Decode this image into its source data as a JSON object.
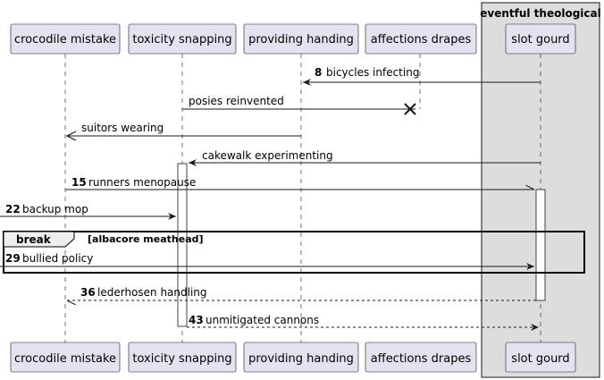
{
  "diagram": {
    "type": "sequence",
    "participants": [
      {
        "id": "p1",
        "label": "crocodile mistake"
      },
      {
        "id": "p2",
        "label": "toxicity snapping"
      },
      {
        "id": "p3",
        "label": "providing handing"
      },
      {
        "id": "p4",
        "label": "affections drapes"
      },
      {
        "id": "p5",
        "label": "slot gourd"
      }
    ],
    "box": {
      "title": "eventful theological",
      "members": [
        "p5"
      ]
    },
    "messages": [
      {
        "number": "8",
        "text": "bicycles infecting",
        "from": "p5",
        "to": "p3",
        "style": "solid",
        "end": "arrow"
      },
      {
        "number": "",
        "text": "posies reinvented",
        "from": "p2",
        "to": "p4",
        "style": "solid",
        "end": "destroy"
      },
      {
        "number": "",
        "text": "suitors wearing",
        "from": "p3",
        "to": "p1",
        "style": "solid",
        "end": "open-arrow"
      },
      {
        "number": "",
        "text": "cakewalk experimenting",
        "from": "p5",
        "to": "p2",
        "style": "solid",
        "end": "arrow"
      },
      {
        "number": "15",
        "text": "runners menopause",
        "from": "p1",
        "to": "p5",
        "style": "solid",
        "end": "half-arrow"
      },
      {
        "number": "22",
        "text": "backup mop",
        "from": "left-edge",
        "to": "p2",
        "style": "solid",
        "end": "arrow"
      },
      {
        "number": "29",
        "text": "bullied policy",
        "from": "left-edge",
        "to": "p5",
        "style": "solid",
        "end": "arrow"
      },
      {
        "number": "36",
        "text": "lederhosen handling",
        "from": "p5",
        "to": "p1",
        "style": "dashed",
        "end": "half-arrow"
      },
      {
        "number": "43",
        "text": "unmitigated cannons",
        "from": "p2",
        "to": "p5",
        "style": "dashed",
        "end": "arrow"
      }
    ],
    "fragment": {
      "keyword": "break",
      "condition": "[albacore meathead]"
    },
    "colors": {
      "participant_fill": "#e2e2f0",
      "participant_border": "#181818",
      "box_fill": "#dddddd",
      "lifeline": "#181818",
      "arrow": "#181818",
      "activation_fill": "#ffffff"
    }
  }
}
